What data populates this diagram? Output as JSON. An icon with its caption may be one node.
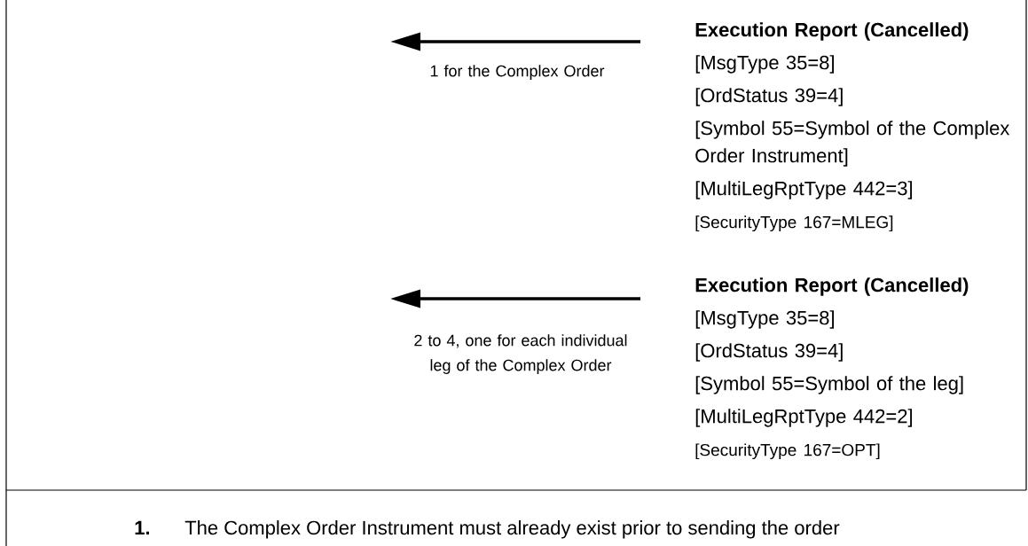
{
  "diagram": {
    "nodes": [
      {
        "text": [
          "Execution Report (Cancelled)",
          "[MsgType 35=8]",
          "[OrdStatus 39=4]",
          "[Symbol 55=Symbol of the Complex Order Instrument]",
          "[MultiLegRptType 442=3]",
          "[SecurityType 167=MLEG]"
        ]
      },
      {
        "text": [
          "Execution Report (Cancelled)",
          "[MsgType 35=8]",
          "[OrdStatus 39=4]",
          "[Symbol 55=Symbol of the leg]",
          "[MultiLegRptType 442=2]",
          "[SecurityType 167=OPT]"
        ]
      }
    ],
    "edges": [
      {
        "from": 0,
        "to": null,
        "arrow": "to",
        "label": "1 for the Complex Order"
      },
      {
        "from": 1,
        "to": null,
        "arrow": "to",
        "label": "2 to 4, one for each individual leg of the Complex Order"
      }
    ],
    "labels": [
      "1.",
      "The Complex Order Instrument must already exist prior to sending the order"
    ]
  }
}
